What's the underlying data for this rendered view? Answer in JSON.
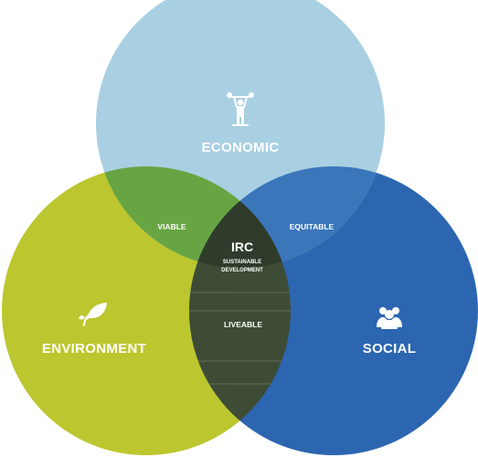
{
  "circles": {
    "economic": {
      "label": "ECONOMIC",
      "color": "#a9d0e2",
      "icon": "person-lifting-icon"
    },
    "environment": {
      "label": "ENVIRONMENT",
      "color": "#bcc62e",
      "icon": "leaf-icon"
    },
    "social": {
      "label": "SOCIAL",
      "color": "#2c66b1",
      "icon": "people-group-icon"
    }
  },
  "overlaps": {
    "economic_environment": {
      "label": "VIABLE",
      "color": "#67a543"
    },
    "economic_social": {
      "label": "EQUITABLE",
      "color": "#3b76bb"
    },
    "environment_social": {
      "label": "LIVEABLE",
      "color": "#3e4c35"
    }
  },
  "center": {
    "title": "IRC",
    "subtitle_line1": "SUSTAINABLE",
    "subtitle_line2": "DEVELOPMENT",
    "color": "#2f3c2c"
  }
}
